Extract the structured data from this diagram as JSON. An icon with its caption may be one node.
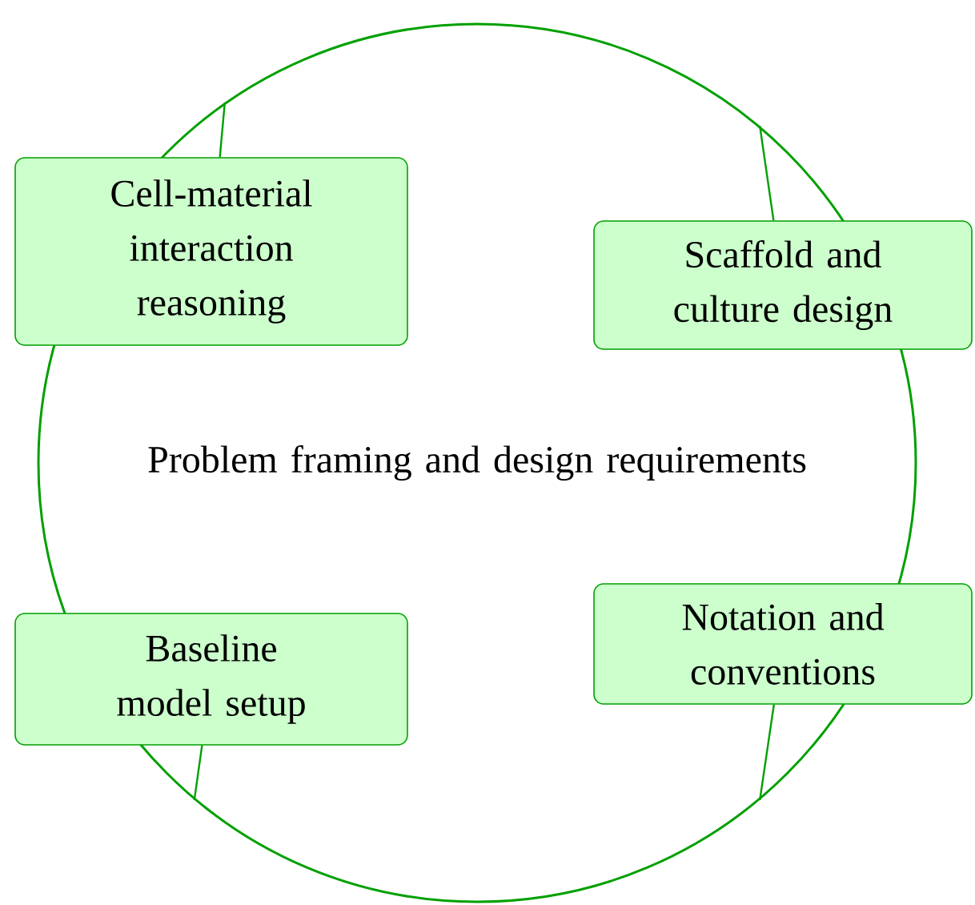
{
  "diagram": {
    "nodes": [
      {
        "text": [
          "Problem framing and design requirements"
        ]
      },
      {
        "text": [
          "Cell-material interaction reasoning"
        ]
      },
      {
        "text": [
          "Scaffold and culture design"
        ]
      },
      {
        "text": [
          "Baseline model setup"
        ]
      },
      {
        "text": [
          "Notation and conventions"
        ]
      }
    ],
    "edges": [
      {
        "from": 0,
        "to": 1,
        "arrow": "none"
      },
      {
        "from": 0,
        "to": 2,
        "arrow": "none"
      },
      {
        "from": 0,
        "to": 3,
        "arrow": "none"
      },
      {
        "from": 0,
        "to": 4,
        "arrow": "none"
      }
    ]
  }
}
